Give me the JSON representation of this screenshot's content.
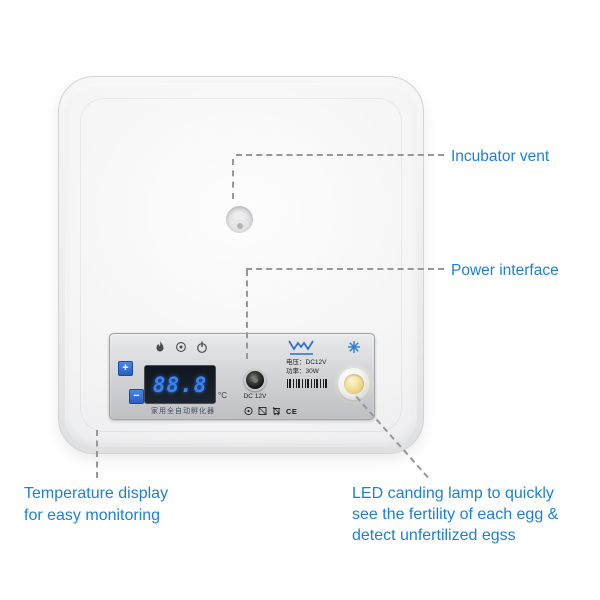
{
  "annotations": {
    "vent": {
      "label": "Incubator vent"
    },
    "power": {
      "label": "Power interface"
    },
    "temperature": {
      "line1": "Temperature display",
      "line2": "for easy monitoring"
    },
    "led": {
      "line1": "LED canding lamp to quickly",
      "line2": "see the fertility of each egg &",
      "line3": "detect unfertilized egss"
    }
  },
  "device": {
    "panel": {
      "display_value": "88.8",
      "display_unit": "°C",
      "caption": "家用全自动孵化器",
      "dc_label": "DC 12V",
      "spec_line1": "电压：DC12V",
      "spec_line2": "功率：30W",
      "cert_label": "CE",
      "plus_label": "+",
      "minus_label": "−"
    }
  },
  "colors": {
    "annotation_text": "#1e7fd6",
    "connector_line": "#979797",
    "display_digits": "#3b82f6",
    "button_blue": "#2d6fd2",
    "lamp_lens": "#f0d98a"
  }
}
